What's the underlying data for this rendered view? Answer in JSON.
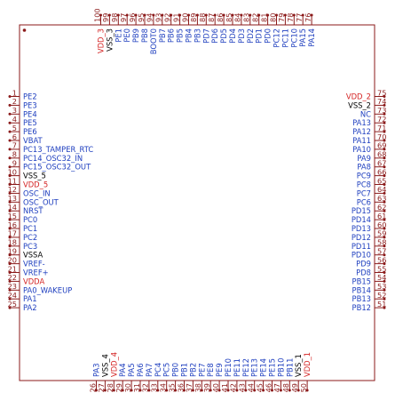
{
  "colors": {
    "body_stroke": "#8b1a1a",
    "pin_line": "#8b1a1a",
    "pin_number": "#8b1a1a",
    "signal": "#1f3fbf",
    "power": "#d42424",
    "ground": "#000000"
  },
  "chip": {
    "left_pins": [
      {
        "num": "1",
        "name": "PE2",
        "type": "signal"
      },
      {
        "num": "2",
        "name": "PE3",
        "type": "signal"
      },
      {
        "num": "3",
        "name": "PE4",
        "type": "signal"
      },
      {
        "num": "4",
        "name": "PE5",
        "type": "signal"
      },
      {
        "num": "5",
        "name": "PE6",
        "type": "signal"
      },
      {
        "num": "6",
        "name": "VBAT",
        "type": "signal"
      },
      {
        "num": "7",
        "name": "PC13_TAMPER_RTC",
        "type": "signal"
      },
      {
        "num": "8",
        "name": "PC14_OSC32_IN",
        "type": "signal"
      },
      {
        "num": "9",
        "name": "PC15_OSC32_OUT",
        "type": "signal"
      },
      {
        "num": "10",
        "name": "VSS_5",
        "type": "ground"
      },
      {
        "num": "11",
        "name": "VDD_5",
        "type": "power"
      },
      {
        "num": "12",
        "name": "OSC_IN",
        "type": "signal"
      },
      {
        "num": "13",
        "name": "OSC_OUT",
        "type": "signal"
      },
      {
        "num": "14",
        "name": "NRST",
        "type": "signal"
      },
      {
        "num": "15",
        "name": "PC0",
        "type": "signal"
      },
      {
        "num": "16",
        "name": "PC1",
        "type": "signal"
      },
      {
        "num": "17",
        "name": "PC2",
        "type": "signal"
      },
      {
        "num": "18",
        "name": "PC3",
        "type": "signal"
      },
      {
        "num": "19",
        "name": "VSSA",
        "type": "ground"
      },
      {
        "num": "20",
        "name": "VREF-",
        "type": "signal"
      },
      {
        "num": "21",
        "name": "VREF+",
        "type": "signal"
      },
      {
        "num": "22",
        "name": "VDDA",
        "type": "power"
      },
      {
        "num": "23",
        "name": "PA0_WAKEUP",
        "type": "signal"
      },
      {
        "num": "24",
        "name": "PA1",
        "type": "signal"
      },
      {
        "num": "25",
        "name": "PA2",
        "type": "signal"
      }
    ],
    "bottom_pins": [
      {
        "num": "26",
        "name": "PA3",
        "type": "signal"
      },
      {
        "num": "27",
        "name": "VSS_4",
        "type": "ground"
      },
      {
        "num": "28",
        "name": "VDD_4",
        "type": "power"
      },
      {
        "num": "29",
        "name": "PA4",
        "type": "signal"
      },
      {
        "num": "30",
        "name": "PA5",
        "type": "signal"
      },
      {
        "num": "31",
        "name": "PA6",
        "type": "signal"
      },
      {
        "num": "32",
        "name": "PA7",
        "type": "signal"
      },
      {
        "num": "33",
        "name": "PC4",
        "type": "signal"
      },
      {
        "num": "34",
        "name": "PC5",
        "type": "signal"
      },
      {
        "num": "35",
        "name": "PB0",
        "type": "signal"
      },
      {
        "num": "36",
        "name": "PB1",
        "type": "signal"
      },
      {
        "num": "37",
        "name": "PB2",
        "type": "signal"
      },
      {
        "num": "38",
        "name": "PE7",
        "type": "signal"
      },
      {
        "num": "39",
        "name": "PE8",
        "type": "signal"
      },
      {
        "num": "40",
        "name": "PE9",
        "type": "signal"
      },
      {
        "num": "41",
        "name": "PE10",
        "type": "signal"
      },
      {
        "num": "42",
        "name": "PE11",
        "type": "signal"
      },
      {
        "num": "43",
        "name": "PE12",
        "type": "signal"
      },
      {
        "num": "44",
        "name": "PE13",
        "type": "signal"
      },
      {
        "num": "45",
        "name": "PE14",
        "type": "signal"
      },
      {
        "num": "46",
        "name": "PE15",
        "type": "signal"
      },
      {
        "num": "47",
        "name": "PB10",
        "type": "signal"
      },
      {
        "num": "48",
        "name": "PB11",
        "type": "signal"
      },
      {
        "num": "49",
        "name": "VSS_1",
        "type": "ground"
      },
      {
        "num": "50",
        "name": "VDD_1",
        "type": "power"
      }
    ],
    "right_pins": [
      {
        "num": "75",
        "name": "VDD_2",
        "type": "power"
      },
      {
        "num": "74",
        "name": "VSS_2",
        "type": "ground"
      },
      {
        "num": "73",
        "name": "NC",
        "type": "signal"
      },
      {
        "num": "72",
        "name": "PA13",
        "type": "signal"
      },
      {
        "num": "71",
        "name": "PA12",
        "type": "signal"
      },
      {
        "num": "70",
        "name": "PA11",
        "type": "signal"
      },
      {
        "num": "69",
        "name": "PA10",
        "type": "signal"
      },
      {
        "num": "68",
        "name": "PA9",
        "type": "signal"
      },
      {
        "num": "67",
        "name": "PA8",
        "type": "signal"
      },
      {
        "num": "66",
        "name": "PC9",
        "type": "signal"
      },
      {
        "num": "65",
        "name": "PC8",
        "type": "signal"
      },
      {
        "num": "64",
        "name": "PC7",
        "type": "signal"
      },
      {
        "num": "63",
        "name": "PC6",
        "type": "signal"
      },
      {
        "num": "62",
        "name": "PD15",
        "type": "signal"
      },
      {
        "num": "61",
        "name": "PD14",
        "type": "signal"
      },
      {
        "num": "60",
        "name": "PD13",
        "type": "signal"
      },
      {
        "num": "59",
        "name": "PD12",
        "type": "signal"
      },
      {
        "num": "58",
        "name": "PD11",
        "type": "signal"
      },
      {
        "num": "57",
        "name": "PD10",
        "type": "signal"
      },
      {
        "num": "56",
        "name": "PD9",
        "type": "signal"
      },
      {
        "num": "55",
        "name": "PD8",
        "type": "signal"
      },
      {
        "num": "54",
        "name": "PB15",
        "type": "signal"
      },
      {
        "num": "53",
        "name": "PB14",
        "type": "signal"
      },
      {
        "num": "52",
        "name": "PB13",
        "type": "signal"
      },
      {
        "num": "51",
        "name": "PB12",
        "type": "signal"
      }
    ],
    "top_pins": [
      {
        "num": "100",
        "name": "VDD_3",
        "type": "power"
      },
      {
        "num": "99",
        "name": "VSS_3",
        "type": "ground"
      },
      {
        "num": "98",
        "name": "PE1",
        "type": "signal"
      },
      {
        "num": "97",
        "name": "PE0",
        "type": "signal"
      },
      {
        "num": "96",
        "name": "PB9",
        "type": "signal"
      },
      {
        "num": "95",
        "name": "PB8",
        "type": "signal"
      },
      {
        "num": "94",
        "name": "BOOT0",
        "type": "signal"
      },
      {
        "num": "93",
        "name": "PB7",
        "type": "signal"
      },
      {
        "num": "92",
        "name": "PB6",
        "type": "signal"
      },
      {
        "num": "91",
        "name": "PB5",
        "type": "signal"
      },
      {
        "num": "90",
        "name": "PB4",
        "type": "signal"
      },
      {
        "num": "89",
        "name": "PB3",
        "type": "signal"
      },
      {
        "num": "88",
        "name": "PD7",
        "type": "signal"
      },
      {
        "num": "87",
        "name": "PD6",
        "type": "signal"
      },
      {
        "num": "86",
        "name": "PD5",
        "type": "signal"
      },
      {
        "num": "85",
        "name": "PD4",
        "type": "signal"
      },
      {
        "num": "84",
        "name": "PD3",
        "type": "signal"
      },
      {
        "num": "83",
        "name": "PD2",
        "type": "signal"
      },
      {
        "num": "82",
        "name": "PD1",
        "type": "signal"
      },
      {
        "num": "81",
        "name": "PD0",
        "type": "signal"
      },
      {
        "num": "80",
        "name": "PC12",
        "type": "signal"
      },
      {
        "num": "79",
        "name": "PC11",
        "type": "signal"
      },
      {
        "num": "78",
        "name": "PC10",
        "type": "signal"
      },
      {
        "num": "77",
        "name": "PA15",
        "type": "signal"
      },
      {
        "num": "76",
        "name": "PA14",
        "type": "signal"
      }
    ]
  }
}
